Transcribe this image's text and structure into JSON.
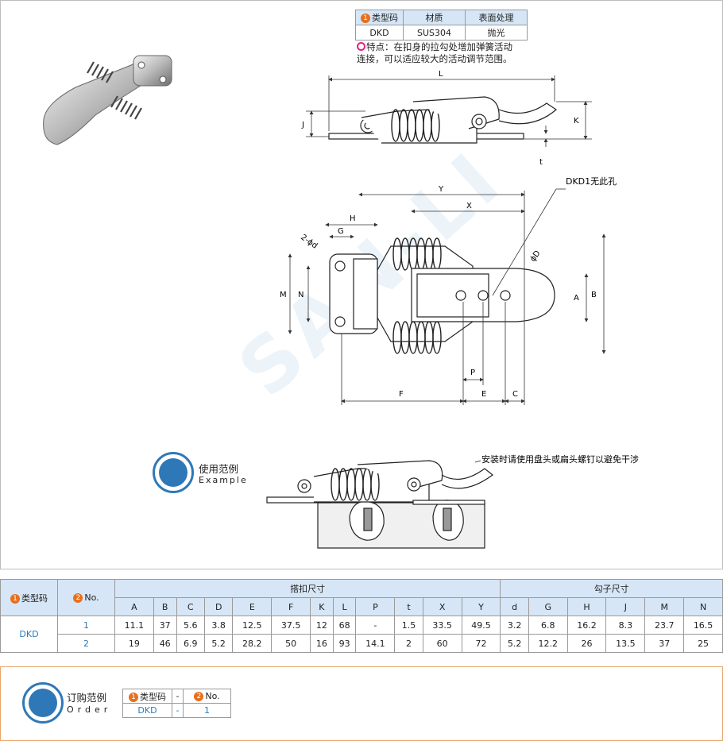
{
  "spec_table": {
    "headers": [
      "类型码",
      "材质",
      "表面处理"
    ],
    "badge": "1",
    "row": [
      "DKD",
      "SUS304",
      "抛光"
    ]
  },
  "feature": {
    "line1": "特点：在扣身的拉勾处增加弹簧活动",
    "line2": "连接，可以适应较大的活动调节范围。"
  },
  "drawing_labels": {
    "L": "L",
    "K": "K",
    "J": "J",
    "t": "t",
    "Y": "Y",
    "X": "X",
    "H": "H",
    "G": "G",
    "d": "2-ϕd",
    "D": "ϕD",
    "M": "M",
    "N": "N",
    "A": "A",
    "B": "B",
    "P": "P",
    "F": "F",
    "E": "E",
    "C": "C",
    "dkd1_note": "DKD1无此孔",
    "install_note": "安装时请使用盘头或扁头螺钉以避免干涉"
  },
  "example": {
    "title": "使用范例",
    "subtitle": "Example"
  },
  "dim_table": {
    "type_header": "类型码",
    "no_header": "No.",
    "group_a": "搭扣尺寸",
    "group_b": "勾子尺寸",
    "cols_a": [
      "A",
      "B",
      "C",
      "D",
      "E",
      "F",
      "K",
      "L",
      "P",
      "t",
      "X",
      "Y"
    ],
    "cols_b": [
      "d",
      "G",
      "H",
      "J",
      "M",
      "N"
    ],
    "type": "DKD",
    "rows": [
      {
        "no": "1",
        "vals": [
          "11.1",
          "37",
          "5.6",
          "3.8",
          "12.5",
          "37.5",
          "12",
          "68",
          "-",
          "1.5",
          "33.5",
          "49.5",
          "3.2",
          "6.8",
          "16.2",
          "8.3",
          "23.7",
          "16.5"
        ]
      },
      {
        "no": "2",
        "vals": [
          "19",
          "46",
          "6.9",
          "5.2",
          "28.2",
          "50",
          "16",
          "93",
          "14.1",
          "2",
          "60",
          "72",
          "5.2",
          "12.2",
          "26",
          "13.5",
          "37",
          "25"
        ]
      }
    ]
  },
  "order": {
    "title": "订购范例",
    "subtitle": "Order",
    "type_label": "类型码",
    "no_label": "No.",
    "dash": "-",
    "type_value": "DKD",
    "no_value": "1"
  },
  "watermark": "SAN-LI",
  "colors": {
    "accent_blue": "#2f78b7",
    "header_bg": "#d6e6f6",
    "badge_orange": "#e86f1d",
    "order_border": "#e8a56a"
  }
}
